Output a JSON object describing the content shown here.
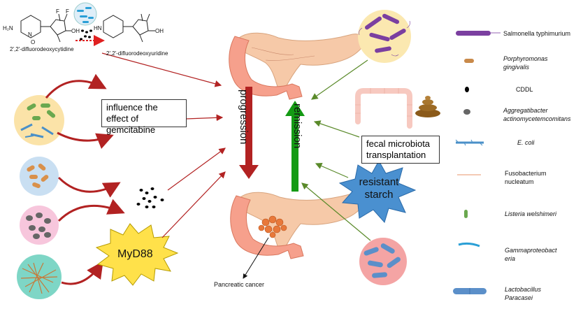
{
  "chem": {
    "left_label": "2',2'-difluorodeoxycytidine",
    "right_label": "2',2'-difluorodeoxyuridine",
    "atom_F1": "F",
    "atom_F2": "F",
    "atom_OH": "OH",
    "atom_O": "O",
    "atom_HN": "H₂N",
    "atom_N": "N",
    "atom_HN2": "HN",
    "atom_OH2": "OH"
  },
  "boxes": {
    "gemcitabine": "influence the effect of gemcitabine",
    "fmt": "fecal microbiota transplantation"
  },
  "arrows": {
    "progression": "progression",
    "remission": "remission"
  },
  "myd88": "MyD88",
  "starch": "resistant starch",
  "cancer_label": "Pancreatic cancer",
  "legend": [
    {
      "label": "Salmonella typhimurium",
      "italic": false,
      "color": "#7b3fa0"
    },
    {
      "label": "Porphyromonas gingivalis",
      "italic": true,
      "color": "#c98a4a"
    },
    {
      "label": "CDDL",
      "italic": false,
      "color": "#000000"
    },
    {
      "label": "Aggregatibacter actinomycetemcomitans",
      "italic": true,
      "color": "#666666"
    },
    {
      "label": "E. coli",
      "italic": true,
      "color": "#4a90c8"
    },
    {
      "label": "Fusobacterium nucleatum",
      "italic": false,
      "color": "#e8956a"
    },
    {
      "label": "Listeria welshimeri",
      "italic": true,
      "color": "#6aa84f"
    },
    {
      "label": "Gammaproteobact eria",
      "italic": true,
      "color": "#2a9fd6"
    },
    {
      "label": "Lactobacillus Paracasei",
      "italic": true,
      "color": "#5b8fc9"
    }
  ],
  "colors": {
    "red_arrow": "#b22222",
    "green_arrow": "#5a8a2a",
    "pancreas": "#f6c9a8",
    "myd88_fill": "#ffe14a",
    "starch_fill": "#4a90d0"
  }
}
